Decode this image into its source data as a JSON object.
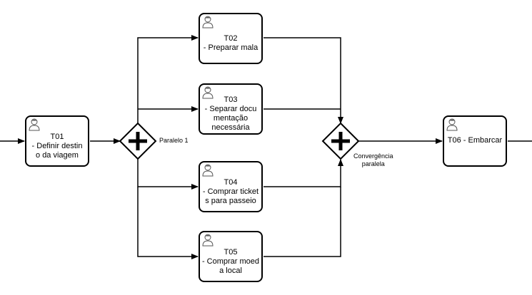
{
  "tasks": [
    {
      "id": "t01",
      "title": "T01",
      "lines": [
        "- Definir destin",
        "o da viagem"
      ]
    },
    {
      "id": "t02",
      "title": "T02",
      "lines": [
        "- Preparar mala"
      ]
    },
    {
      "id": "t03",
      "title": "T03",
      "lines": [
        "- Separar docu",
        "mentação",
        "necessária"
      ]
    },
    {
      "id": "t04",
      "title": "T04",
      "lines": [
        "- Comprar ticket",
        "s para passeio"
      ]
    },
    {
      "id": "t05",
      "title": "T05",
      "lines": [
        "- Comprar moed",
        "a local"
      ]
    },
    {
      "id": "t06",
      "title": "T06 - Embarcar",
      "lines": []
    }
  ],
  "gateways": {
    "split": {
      "label": "Paralelo 1",
      "type": "parallel"
    },
    "join": {
      "label_lines": [
        "Convergência",
        "paralela"
      ],
      "type": "parallel"
    }
  },
  "colors": {
    "stroke": "#000000",
    "fill": "#ffffff",
    "user_icon": "#555555"
  }
}
